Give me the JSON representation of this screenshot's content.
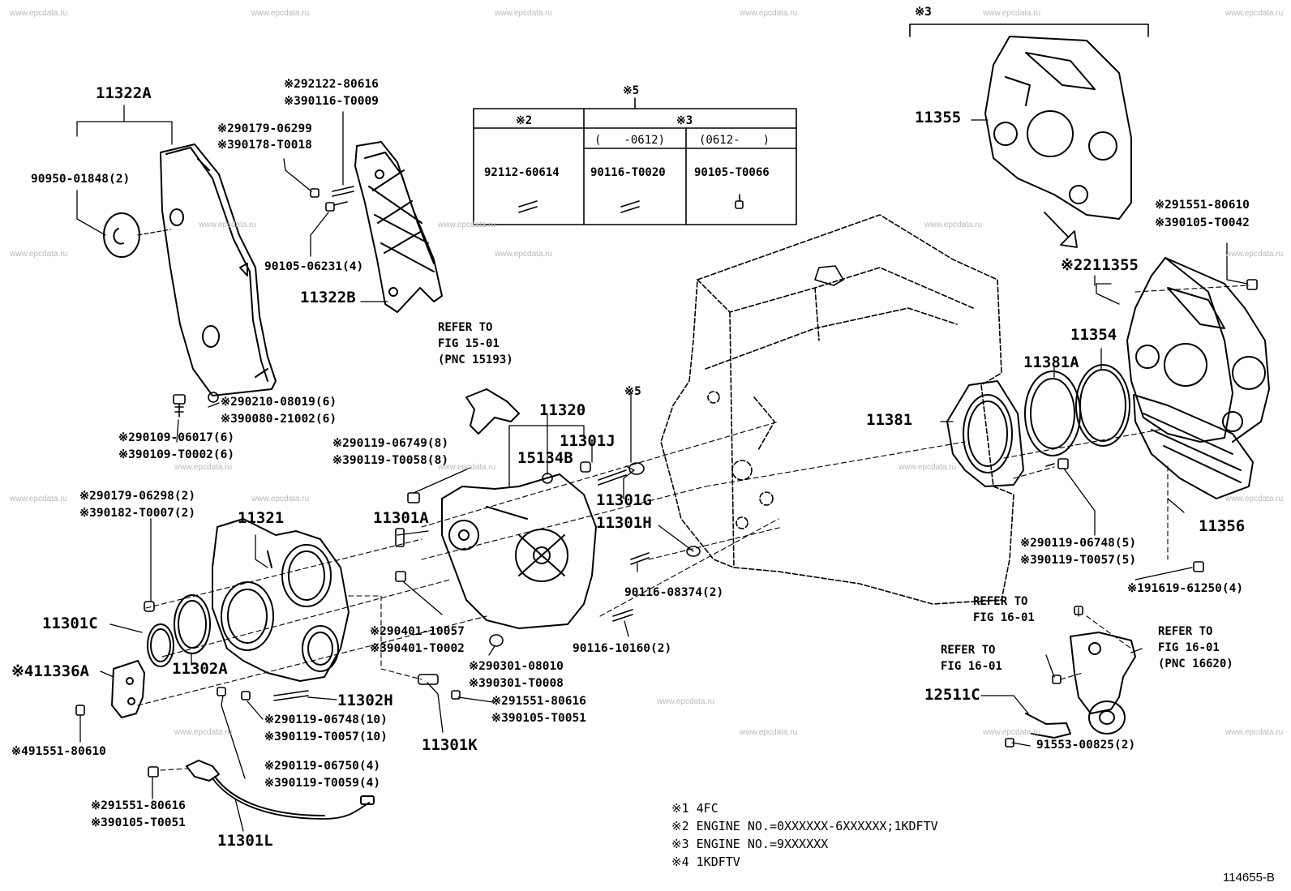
{
  "watermark": "www.epcdata.ru",
  "diagram_code": "114655-B",
  "group_labels": {
    "g3": "※3",
    "g5": "※5",
    "g5b": "※5",
    "arrow_group": "※2"
  },
  "table": {
    "title": "※5",
    "col1": "※2",
    "col2": "※3",
    "sub_a": "(　　-0612)",
    "sub_b": "(0612-　　)",
    "pn1": "92112-60614",
    "pn2": "90116-T0020",
    "pn3": "90105-T0066"
  },
  "parts": {
    "p11322A": "11322A",
    "p90950": "90950-01848(2)",
    "p292122": "※292122-80616",
    "p390116": "※390116-T0009",
    "p290179a": "※290179-06299",
    "p390178": "※390178-T0018",
    "p90105_06231": "90105-06231(4)",
    "p11322B": "11322B",
    "p290210": "※290210-08019(6)",
    "p390080": "※390080-21002(6)",
    "p290109": "※290109-06017(6)",
    "p390109": "※390109-T0002(6)",
    "p11355": "11355",
    "p211355": "211355",
    "p291551_80610": "※291551-80610",
    "p390105_T0042": "※390105-T0042",
    "p11354": "11354",
    "p11381A": "11381A",
    "p11381": "11381",
    "p11356": "11356",
    "p11320": "11320",
    "p11301J": "11301J",
    "p15134B": "15134B",
    "p290119_06749": "※290119-06749(8)",
    "p390119_T0058": "※390119-T0058(8)",
    "p11301G": "11301G",
    "p11301H": "11301H",
    "p11301A": "11301A",
    "p290179b": "※290179-06298(2)",
    "p390182": "※390182-T0007(2)",
    "p11321": "11321",
    "p90116_08374": "90116-08374(2)",
    "p290401": "※290401-10057",
    "p390401": "※390401-T0002",
    "p90116_10160": "90116-10160(2)",
    "p290301": "※290301-08010",
    "p390301": "※390301-T0008",
    "p291551_80616a": "※291551-80616",
    "p390105_T0051a": "※390105-T0051",
    "p11301C": "11301C",
    "p411336A": "※411336A",
    "p11302A": "11302A",
    "p11302H": "11302H",
    "p290119_06748_10": "※290119-06748(10)",
    "p390119_T0057_10": "※390119-T0057(10)",
    "p11301K": "11301K",
    "p491551": "※491551-80610",
    "p290119_06750": "※290119-06750(4)",
    "p390119_T0059": "※390119-T0059(4)",
    "p291551_80616b": "※291551-80616",
    "p390105_T0051b": "※390105-T0051",
    "p11301L": "11301L",
    "p290119_06748_5": "※290119-06748(5)",
    "p390119_T0057_5": "※390119-T0057(5)",
    "p191619": "※191619-61250(4)",
    "p12511C": "12511C",
    "p91553": "91553-00825(2)"
  },
  "refs": {
    "r15_1": "REFER TO",
    "r15_2": "FIG 15-01",
    "r15_3": "(PNC 15193)",
    "r16a_1": "REFER TO",
    "r16a_2": "FIG 16-01",
    "r16b_1": "REFER TO",
    "r16b_2": "FIG 16-01",
    "r16c_1": "REFER TO",
    "r16c_2": "FIG 16-01",
    "r16c_3": "(PNC 16620)"
  },
  "notes": [
    "※1 4FC",
    "※2 ENGINE NO.=0XXXXXX-6XXXXXX;1KDFTV",
    "※3 ENGINE NO.=9XXXXXX",
    "※4 1KDFTV"
  ]
}
